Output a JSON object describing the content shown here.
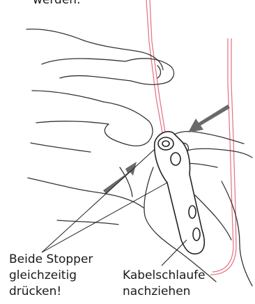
{
  "header": {
    "text_partial": "werden."
  },
  "captions": {
    "left": [
      "Beide Stopper",
      "gleichzeitig",
      "drücken!"
    ],
    "right": [
      "Kabelschlaufe",
      "nachziehen"
    ]
  },
  "colors": {
    "line_art": "#333333",
    "cable": "#e2707f",
    "arrow": "#6a6a6a"
  },
  "icons": [
    "hand-illustration",
    "cable-stopper",
    "press-arrow-icon"
  ]
}
